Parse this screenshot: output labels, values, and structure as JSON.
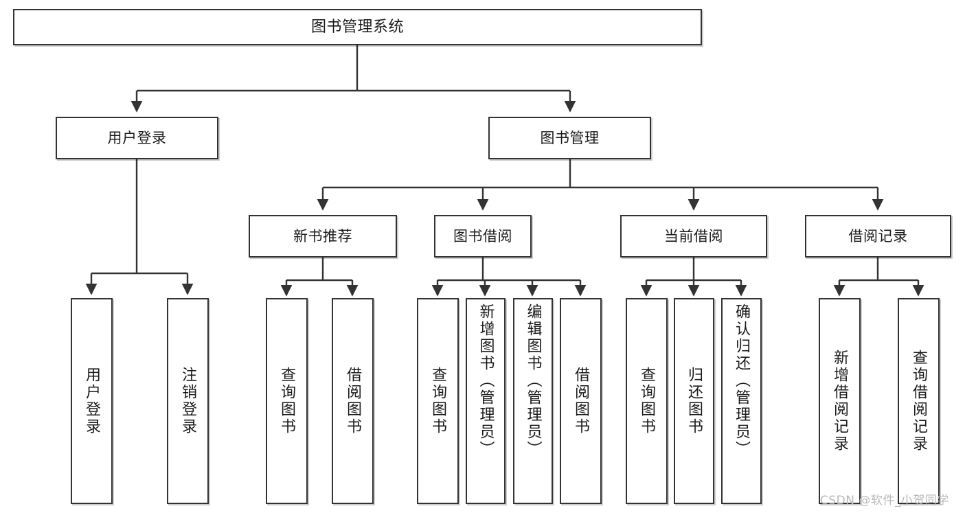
{
  "diagram": {
    "type": "tree-hierarchy",
    "title": "图书管理系统",
    "watermark": "CSDN @软件_小贺同学",
    "colors": {
      "node_border": "#333333",
      "node_fill": "#ffffff",
      "edge": "#333333",
      "text": "#1a1a1a",
      "watermark": "#b9b9b9",
      "background": "#ffffff"
    },
    "nodes": {
      "root": {
        "label": "图书管理系统"
      },
      "level2": [
        {
          "id": "user-login",
          "label": "用户登录"
        },
        {
          "id": "book-manage",
          "label": "图书管理"
        }
      ],
      "level3": [
        {
          "id": "new-book-recommend",
          "label": "新书推荐"
        },
        {
          "id": "book-borrow",
          "label": "图书借阅"
        },
        {
          "id": "current-borrow",
          "label": "当前借阅"
        },
        {
          "id": "borrow-record",
          "label": "借阅记录"
        }
      ],
      "leaves": {
        "user-login": [
          {
            "id": "leaf-user-login",
            "label": "用户登录"
          },
          {
            "id": "leaf-user-logout",
            "label": "注销登录"
          }
        ],
        "new-book-recommend": [
          {
            "id": "leaf-query-book-1",
            "label": "查询图书"
          },
          {
            "id": "leaf-borrow-book-1",
            "label": "借阅图书"
          }
        ],
        "book-borrow": [
          {
            "id": "leaf-query-book-2",
            "label": "查询图书"
          },
          {
            "id": "leaf-add-book",
            "label": "新增图书（管理员）"
          },
          {
            "id": "leaf-edit-book",
            "label": "编辑图书（管理员）"
          },
          {
            "id": "leaf-borrow-book-2",
            "label": "借阅图书"
          }
        ],
        "current-borrow": [
          {
            "id": "leaf-query-book-3",
            "label": "查询图书"
          },
          {
            "id": "leaf-return-book",
            "label": "归还图书"
          },
          {
            "id": "leaf-confirm-return",
            "label": "确认归还（管理员）"
          }
        ],
        "borrow-record": [
          {
            "id": "leaf-add-record",
            "label": "新增借阅记录"
          },
          {
            "id": "leaf-query-record",
            "label": "查询借阅记录"
          }
        ]
      }
    }
  }
}
